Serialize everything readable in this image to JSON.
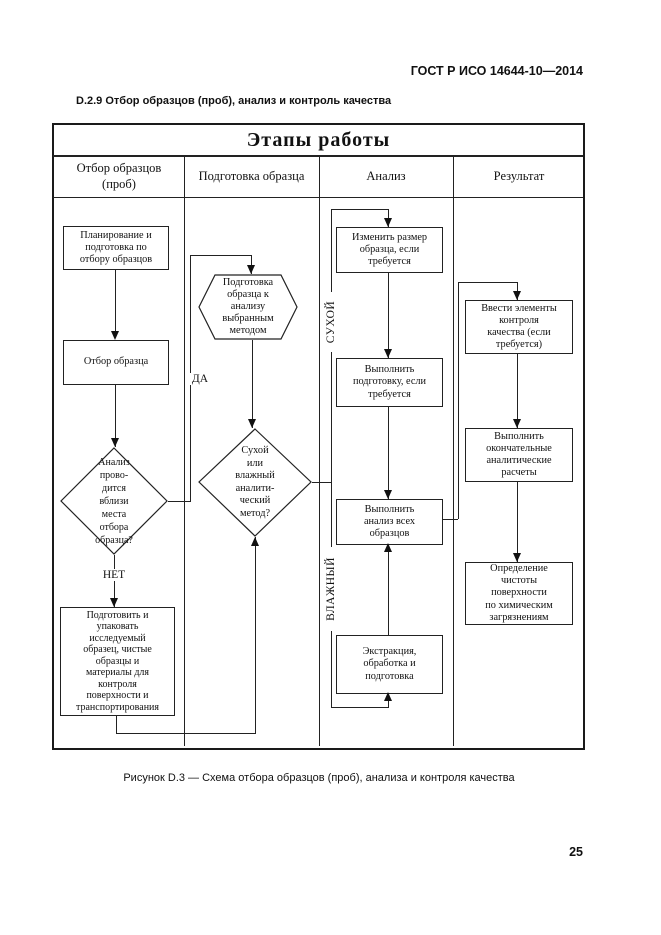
{
  "page": {
    "doc_code": "ГОСТ Р ИСО 14644-10—2014",
    "section_heading": "D.2.9 Отбор образцов (проб), анализ и контроль качества",
    "figure_caption": "Рисунок D.3 — Схема отбора образцов (проб), анализа и контроля качества",
    "page_number": "25"
  },
  "flowchart": {
    "title": "Этапы работы",
    "column_headers": [
      "Отбор образцов\n(проб)",
      "Подготовка образца",
      "Анализ",
      "Результат"
    ],
    "nodes": {
      "plan": "Планирование и\nподготовка по\nотбору образцов",
      "sample": "Отбор образца",
      "near_site_question": "Анализ\nпрово-\nдится\nвблизи\nместа\nотбора\nобразца?",
      "pack": "Подготовить и\nупаковать\nисследуемый\nобразец, чистые\nобразцы и\nматериалы для\nконтроля\nповерхности и\nтранспортирования",
      "prepare_sample": "Подготовка\nобразца к\nанализу\nвыбранным\nметодом",
      "method_question": "Сухой\nили\nвлажный\nаналити-\nческий\nметод?",
      "resize": "Изменить размер\nобразца, если\nтребуется",
      "do_preparation": "Выполнить\nподготовку, если\nтребуется",
      "analyze_all": "Выполнить\nанализ всех\nобразцов",
      "extraction": "Экстракция,\nобработка и\nподготовка",
      "qc_elements": "Ввести элементы\nконтроля\nкачества (если\nтребуется)",
      "final_calc": "Выполнить\nокончательные\nаналитические\nрасчеты",
      "determine_cleanliness": "Определение\nчистоты\nповерхности\nпо химическим\nзагрязнениям"
    },
    "edge_labels": {
      "yes": "ДА",
      "no": "НЕТ",
      "dry": "СУХОЙ",
      "wet": "ВЛАЖНЫЙ"
    },
    "colors": {
      "line": "#222222",
      "background": "#ffffff"
    }
  }
}
